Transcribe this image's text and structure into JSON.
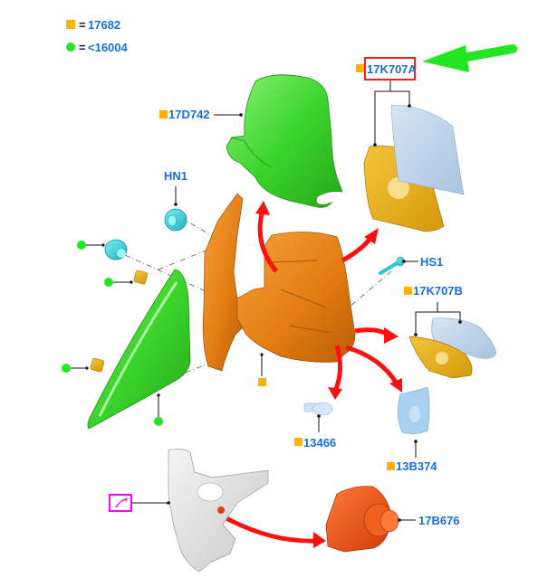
{
  "legend": [
    {
      "symbol": "orange-square",
      "separator": "=",
      "value": "17682"
    },
    {
      "symbol": "green-circle",
      "separator": "=",
      "value": "<16004"
    }
  ],
  "colors": {
    "label_text": "#1a6fe0",
    "orange_marker": "#ffb000",
    "green_marker": "#22e622",
    "highlight_box": "#ff1a1a",
    "pointer_arrow": "#22e622",
    "direction_arrows": "#ff1010",
    "link_icon": "#ff00ff"
  },
  "callouts": {
    "mirror_glass_assembly_upper": {
      "part_number": "17K707A",
      "marker": "orange-square",
      "highlighted": true
    },
    "mirror_cover": {
      "part_number": "17D742",
      "marker": "orange-square"
    },
    "nut": {
      "part_number": "HN1"
    },
    "screw": {
      "part_number": "HS1"
    },
    "mirror_glass_assembly_lower": {
      "part_number": "17K707B",
      "marker": "orange-square"
    },
    "bulb": {
      "part_number": "13466",
      "marker": "orange-square"
    },
    "side_lamp": {
      "part_number": "13B374",
      "marker": "orange-square"
    },
    "mirror_switch": {
      "part_number": "17B676"
    },
    "mirror_housing": {
      "part_number": "",
      "marker": "orange-square"
    },
    "door_trim_link": {
      "icon": "external-link-icon"
    }
  },
  "green_markers_count": 5
}
